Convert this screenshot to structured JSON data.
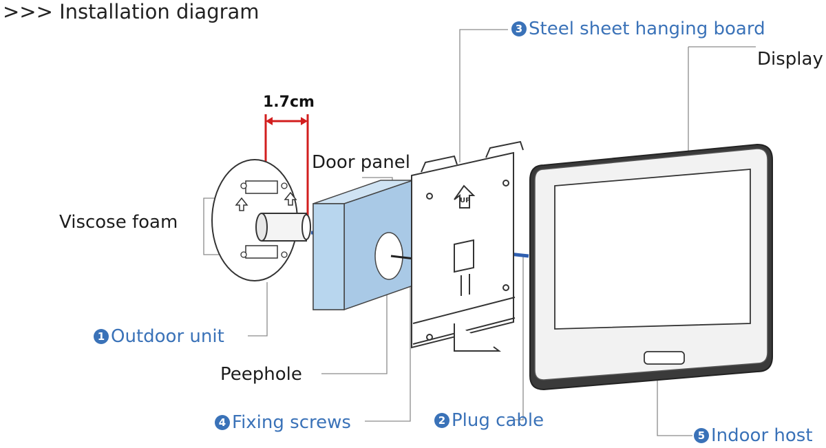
{
  "title": ">>> Installation diagram",
  "dimension": "1.7cm",
  "labels": {
    "door_panel": "Door panel",
    "viscose_foam": "Viscose foam",
    "peephole": "Peephole",
    "display": "Display"
  },
  "numbered_labels": [
    {
      "num": "1",
      "text": "Outdoor unit"
    },
    {
      "num": "2",
      "text": "Plug cable"
    },
    {
      "num": "3",
      "text": "Steel sheet hanging board"
    },
    {
      "num": "4",
      "text": "Fixing screws"
    },
    {
      "num": "5",
      "text": "Indoor host"
    }
  ],
  "plate_marking": "UP",
  "colors": {
    "accent_blue": "#3a72b8",
    "dimension_red": "#d21e1e",
    "door_fill": "#b8d6ee",
    "cable_blue": "#2f5fb0"
  }
}
